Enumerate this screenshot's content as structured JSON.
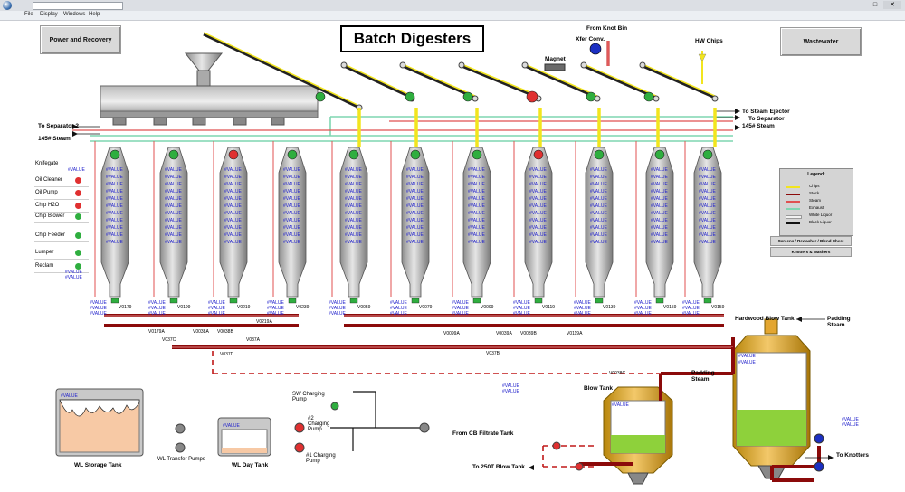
{
  "window": {
    "menu": [
      "File",
      "Display",
      "Windows",
      "Help"
    ]
  },
  "header": {
    "title": "Batch Digesters",
    "power_button": "Power and Recovery",
    "wastewater_button": "Wastewater"
  },
  "top_labels": {
    "from_knot_bin": "From Knot Bin",
    "xfer_conv": "Xfer Conv.",
    "magnet": "Magnet",
    "hw_chips": "HW Chips",
    "to_steam_ejector": "To Steam Ejector",
    "to_separator_right": "To Separator",
    "steam_145_right": "145# Steam",
    "to_separator_2": "To Separator 2",
    "steam_145_left": "145# Steam"
  },
  "side_status": {
    "knifegate": "Knifegate",
    "rows": [
      {
        "label": "Oil Cleaner",
        "color": "#e03030"
      },
      {
        "label": "Oil Pump",
        "color": "#e03030"
      },
      {
        "label": "Chip H2O",
        "color": "#e03030"
      },
      {
        "label": "Chip Blower",
        "color": "#2fae3f"
      },
      {
        "label": "Chip Feeder",
        "color": "#2fae3f"
      },
      {
        "label": "Lumper",
        "color": "#2fae3f"
      },
      {
        "label": "Reclam",
        "color": "#2fae3f"
      }
    ],
    "value_placeholder": "#VALUE"
  },
  "legend": {
    "title": "Legend:",
    "items": [
      {
        "label": "Chips",
        "color": "#f2e51e"
      },
      {
        "label": "Stock",
        "color": "#8b0a0a"
      },
      {
        "label": "Steam",
        "color": "#e05050"
      },
      {
        "label": "Exhaust",
        "color": "#7fd6b0"
      },
      {
        "label": "White Liquor",
        "color": "#f2f2f2"
      },
      {
        "label": "Black Liquor",
        "color": "#111111"
      }
    ],
    "screens_button": "Screens / Rewasher / Blend Chest",
    "knotters_button": "Knotters & Washers"
  },
  "digesters": {
    "value": "#VALUE",
    "status_colors": [
      "#2fae3f",
      "#2fae3f",
      "#e03030",
      "#2fae3f",
      "#2fae3f",
      "#2fae3f",
      "#2fae3f",
      "#e03030",
      "#2fae3f",
      "#2fae3f",
      "#2fae3f"
    ],
    "valve_tags": [
      "V0179",
      "V0199",
      "V0219",
      "V0239",
      "V0059",
      "V0079",
      "V0099",
      "V0119",
      "V0139",
      "V0159",
      "V0159"
    ]
  },
  "header_valves": {
    "v0179a": "V0179A",
    "v0038a": "V0038A",
    "v0038b": "V0038B",
    "v0219a": "V0219A",
    "v037c": "V037C",
    "v037d": "V037D",
    "v037a": "V037A",
    "v0099a": "V0099A",
    "v0039a": "V0039A",
    "v0039b": "V0039B",
    "v0119a": "V0119A",
    "v037b": "V037B",
    "v0038c": "V0038C"
  },
  "bottom": {
    "wl_storage_tank": "WL Storage Tank",
    "wl_transfer_pumps": "WL Transfer Pumps",
    "wl_day_tank": "WL Day Tank",
    "sw_charging_pump": "SW Charging Pump",
    "charging_pump_2": "#2 Charging Pump",
    "charging_pump_1": "#1 Charging Pump",
    "from_cb_filtrate": "From CB Filtrate Tank",
    "blow_tank": "Blow Tank",
    "padding_steam_1": "Padding Steam",
    "hw_blow_tank": "Hardwood Blow Tank",
    "padding_steam_2": "Padding Steam",
    "to_250t_blow_tank": "To 250T Blow Tank",
    "to_knotters": "To Knotters",
    "value": "#VALUE"
  }
}
